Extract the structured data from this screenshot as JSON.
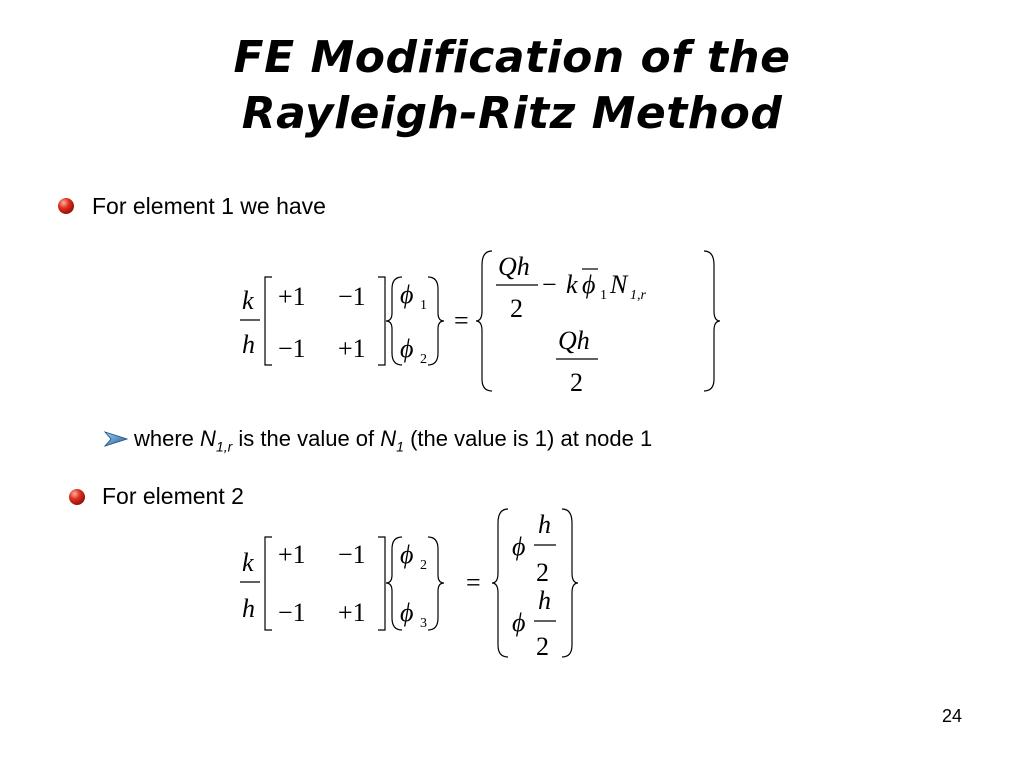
{
  "slide": {
    "title_line1": "FE Modification of the",
    "title_line2": "Rayleigh-Ritz Method",
    "page_number": "24"
  },
  "bullets": [
    {
      "text": "For element 1 we have"
    },
    {
      "text": "For element 2"
    }
  ],
  "note": {
    "pre": "where ",
    "n1r_base": "N",
    "n1r_sub": "1,r",
    "mid": " is the value of  ",
    "n1_base": "N",
    "n1_sub": "1",
    "post": " (the value is 1) at node 1"
  },
  "eq1": {
    "k": "k",
    "h": "h",
    "m11": "+1",
    "m12": "−1",
    "m21": "−1",
    "m22": "+1",
    "phi": "ϕ",
    "s1": "1",
    "s2": "2",
    "eq": "=",
    "Qh": "Qh",
    "two": "2",
    "minus": "−",
    "Nsym": "N",
    "Nsub": "1,r",
    "phisub": "1"
  },
  "eq2": {
    "k": "k",
    "h": "h",
    "m11": "+1",
    "m12": "−1",
    "m21": "−1",
    "m22": "+1",
    "phi": "ϕ",
    "s2": "2",
    "s3": "3",
    "eq": "=",
    "hh": "h",
    "two": "2"
  }
}
